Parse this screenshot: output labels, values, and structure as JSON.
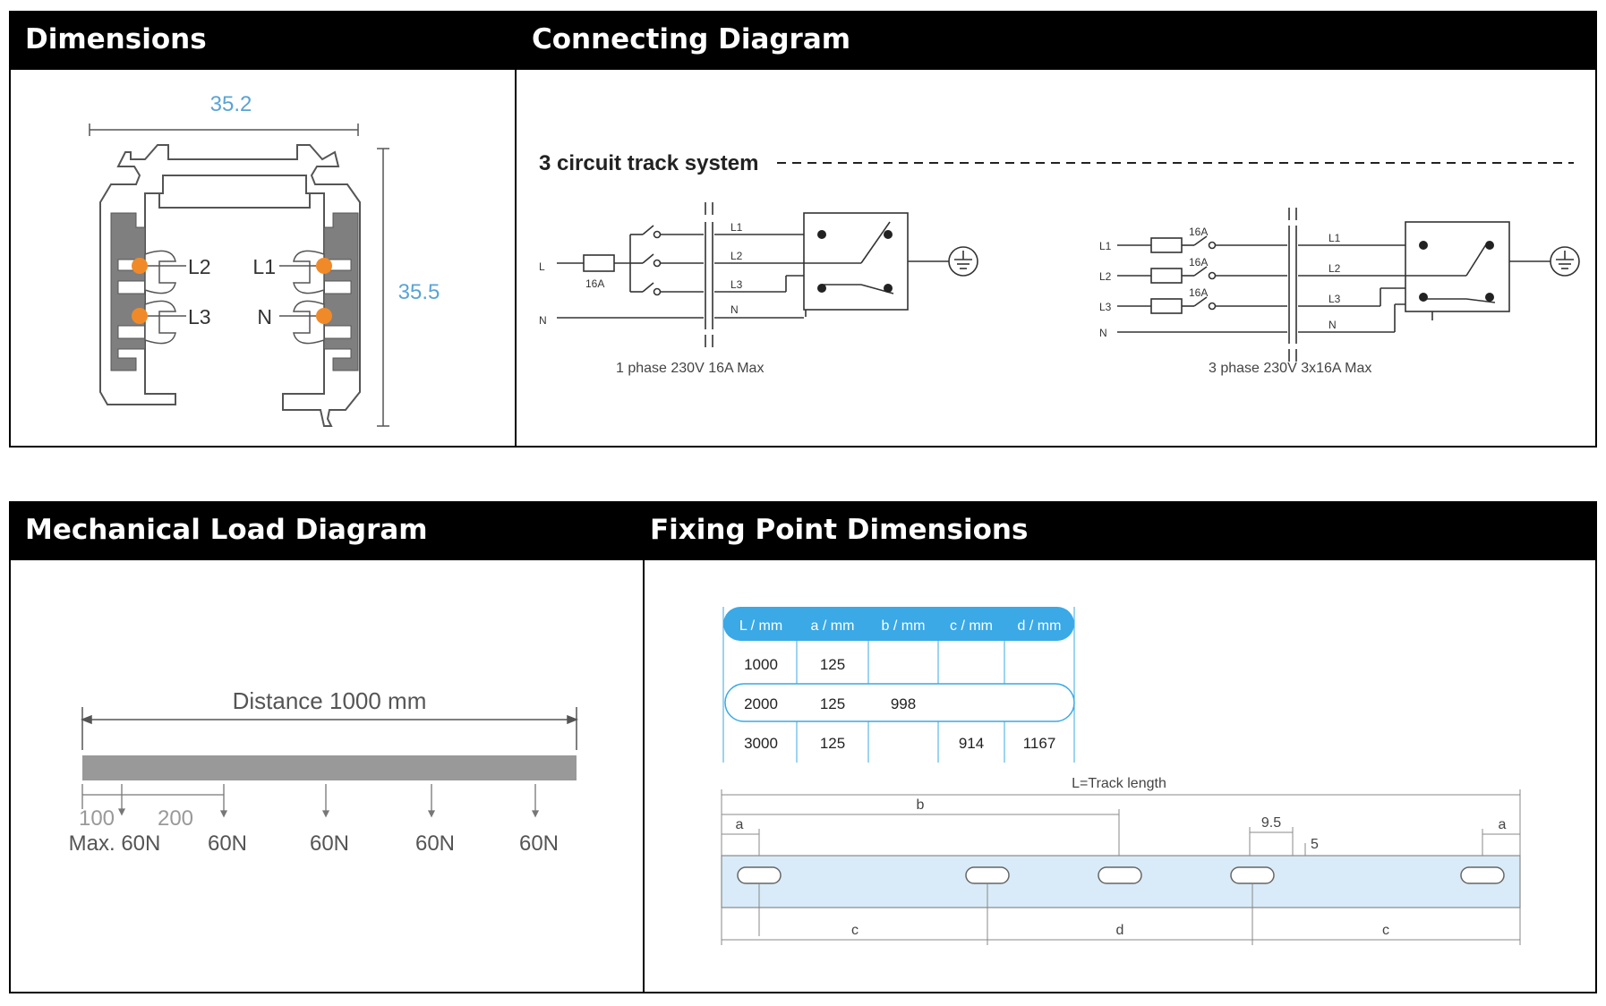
{
  "panels": {
    "dimensions": {
      "title": "Dimensions",
      "width_label": "35.2",
      "height_label": "35.5",
      "conductors": {
        "top_left": "L2",
        "top_right": "L1",
        "bottom_left": "L3",
        "bottom_right": "N"
      }
    },
    "connecting": {
      "title": "Connecting Diagram",
      "system_label": "3 circuit track system",
      "one_phase": {
        "caption": "1 phase 230V 16A Max",
        "input_L": "L",
        "input_N": "N",
        "fuse": "16A",
        "lines": [
          "L1",
          "L2",
          "L3",
          "N"
        ]
      },
      "three_phase": {
        "caption": "3 phase 230V 3x16A Max",
        "inputs": [
          "L1",
          "L2",
          "L3",
          "N"
        ],
        "fuses": [
          "16A",
          "16A",
          "16A"
        ],
        "lines": [
          "L1",
          "L2",
          "L3",
          "N"
        ]
      }
    },
    "mechanical": {
      "title": "Mechanical Load Diagram",
      "distance_label": "Distance 1000 mm",
      "spacing_first": "100",
      "spacing_second": "200",
      "loads": [
        "Max. 60N",
        "60N",
        "60N",
        "60N",
        "60N"
      ]
    },
    "fixing": {
      "title": "Fixing Point Dimensions",
      "table": {
        "headers": [
          "L / mm",
          "a / mm",
          "b / mm",
          "c / mm",
          "d / mm"
        ],
        "rows": [
          [
            "1000",
            "125",
            "",
            "",
            ""
          ],
          [
            "2000",
            "125",
            "998",
            "",
            ""
          ],
          [
            "3000",
            "125",
            "",
            "914",
            "1167"
          ]
        ]
      },
      "track_label": "L=Track length",
      "labels": {
        "a": "a",
        "b": "b",
        "c": "c",
        "d": "d",
        "slot_width": "9.5",
        "slot_height": "5"
      }
    }
  },
  "colors": {
    "header_bg": "#000000",
    "dim_blue": "#5aa3d6",
    "contact_orange": "#f08a28",
    "track_grey": "#999999",
    "table_blue": "#3aa9e6",
    "track_fill": "#d9ebf8"
  }
}
